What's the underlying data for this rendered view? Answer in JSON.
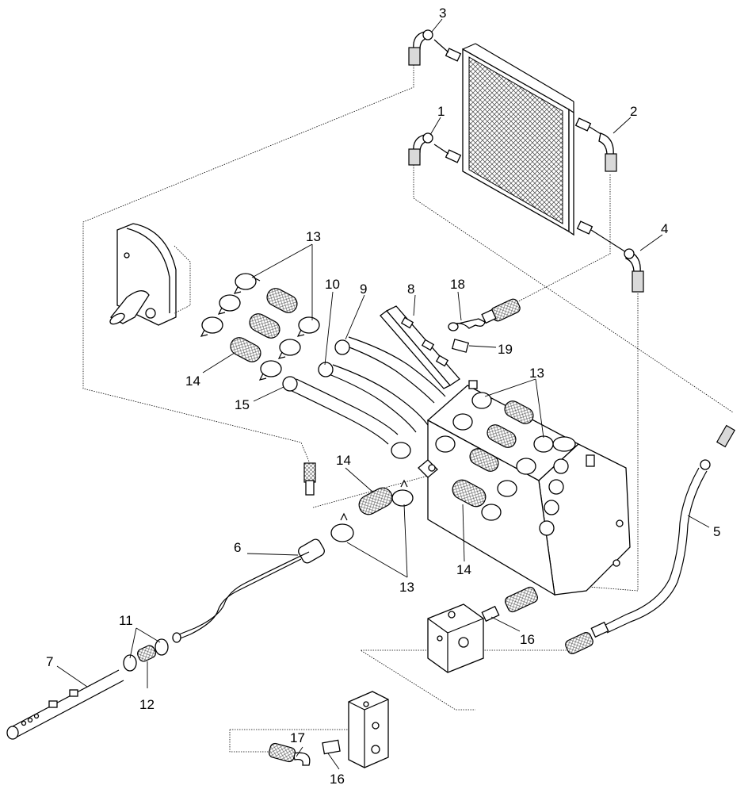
{
  "callouts": {
    "c1": "1",
    "c2": "2",
    "c3": "3",
    "c4": "4",
    "c5": "5",
    "c6": "6",
    "c7": "7",
    "c8": "8",
    "c9": "9",
    "c10": "10",
    "c11": "11",
    "c12": "12",
    "c13a": "13",
    "c13b": "13",
    "c13c": "13",
    "c14a": "14",
    "c14b": "14",
    "c14c": "14",
    "c15": "15",
    "c16a": "16",
    "c16b": "16",
    "c17": "17",
    "c18": "18",
    "c19": "19"
  },
  "colors": {
    "line": "#000000",
    "background": "#ffffff"
  }
}
